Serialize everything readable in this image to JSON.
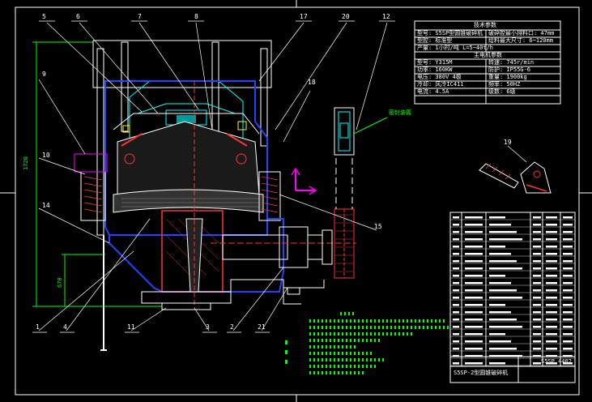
{
  "drawing": {
    "part_labels": [
      "5",
      "6",
      "7",
      "8",
      "17",
      "20",
      "12",
      "9",
      "18",
      "10",
      "14",
      "15",
      "1",
      "4",
      "11",
      "3",
      "2",
      "21",
      "19"
    ],
    "callout_note": "密封装置",
    "left_dimension": "1720",
    "inner_dimension": "670",
    "spec_table": {
      "header": "技术参数",
      "rows": [
        {
          "left": "型号: S5SP型圆锥破碎机",
          "right": "破碎腔最小排料口: 47mm"
        },
        {
          "left": "型腔: 标准型",
          "right": "给料最大尺寸: 6~120mm"
        },
        {
          "left": "产量: 1小时/吨 L=5~40t/h",
          "right": ""
        }
      ],
      "sub_header": "主电机参数",
      "rows2": [
        {
          "left": "型号: Y315M",
          "right": "转速: 745r/min"
        },
        {
          "left": "功率: 160KW",
          "right": "防护: IP55G-6"
        },
        {
          "left": "电压: 380V 4极",
          "right": "重量: 1900kg"
        },
        {
          "left": "冷却: 风冷IC411",
          "right": "频率: 50HZ"
        },
        {
          "left": "电流: 4.5A",
          "right": "级数: 6级"
        }
      ]
    },
    "title_block": {
      "drawing_no": "S5SP.4402",
      "name": "S5SP-2型圆锥破碎机"
    }
  }
}
